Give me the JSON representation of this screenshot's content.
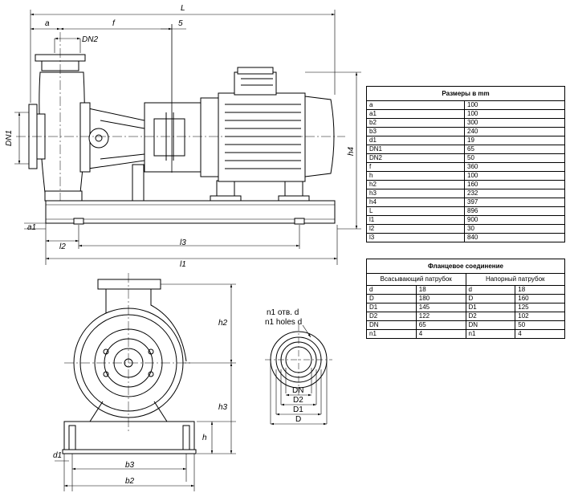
{
  "dims": {
    "L": "L",
    "a": "a",
    "f": "f",
    "DN2": "DN2",
    "five": "5",
    "DN1": "DN1",
    "h4": "h4",
    "a1": "a1",
    "l2": "l2",
    "l3": "l3",
    "l1": "l1",
    "h2": "h2",
    "h3": "h3",
    "h": "h",
    "d1": "d1",
    "b3": "b3",
    "b2": "b2"
  },
  "flange_view": {
    "holes_ru": "n1 отв. d",
    "holes_en": "n1 holes d",
    "DN": "DN",
    "D2": "D2",
    "D1": "D1",
    "D": "D"
  },
  "sizes_table": {
    "title": "Размеры в mm",
    "rows": [
      {
        "name": "a",
        "value": "100"
      },
      {
        "name": "a1",
        "value": "100"
      },
      {
        "name": "b2",
        "value": "300"
      },
      {
        "name": "b3",
        "value": "240"
      },
      {
        "name": "d1",
        "value": "19"
      },
      {
        "name": "DN1",
        "value": "65"
      },
      {
        "name": "DN2",
        "value": "50"
      },
      {
        "name": "f",
        "value": "360"
      },
      {
        "name": "h",
        "value": "100"
      },
      {
        "name": "h2",
        "value": "160"
      },
      {
        "name": "h3",
        "value": "232"
      },
      {
        "name": "h4",
        "value": "397"
      },
      {
        "name": "L",
        "value": "896"
      },
      {
        "name": "l1",
        "value": "900"
      },
      {
        "name": "l2",
        "value": "30"
      },
      {
        "name": "l3",
        "value": "840"
      }
    ]
  },
  "flange_table": {
    "title": "Фланцевое соединение",
    "suction_header": "Всасывающий патрубок",
    "discharge_header": "Напорный патрубок",
    "rows": [
      {
        "s_name": "d",
        "s_value": "18",
        "d_name": "d",
        "d_value": "18"
      },
      {
        "s_name": "D",
        "s_value": "180",
        "d_name": "D",
        "d_value": "160"
      },
      {
        "s_name": "D1",
        "s_value": "145",
        "d_name": "D1",
        "d_value": "125"
      },
      {
        "s_name": "D2",
        "s_value": "122",
        "d_name": "D2",
        "d_value": "102"
      },
      {
        "s_name": "DN",
        "s_value": "65",
        "d_name": "DN",
        "d_value": "50"
      },
      {
        "s_name": "n1",
        "s_value": "4",
        "d_name": "n1",
        "d_value": "4"
      }
    ]
  }
}
